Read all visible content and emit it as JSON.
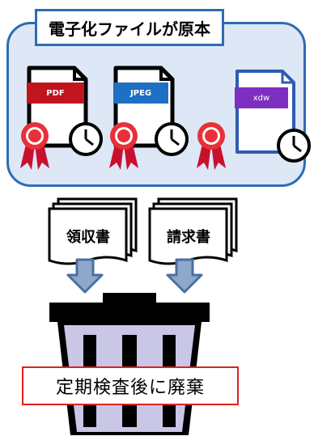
{
  "title": "電子化ファイルが原本",
  "files": [
    {
      "tag": "PDF",
      "color": "#c0151f"
    },
    {
      "tag": "JPEG",
      "color": "#1f6fc4"
    },
    {
      "tag": "xdw",
      "color": "#7d2fbf"
    }
  ],
  "documents": [
    {
      "label": "領収書"
    },
    {
      "label": "請求書"
    }
  ],
  "disposal_note": "定期検査後に廃棄"
}
